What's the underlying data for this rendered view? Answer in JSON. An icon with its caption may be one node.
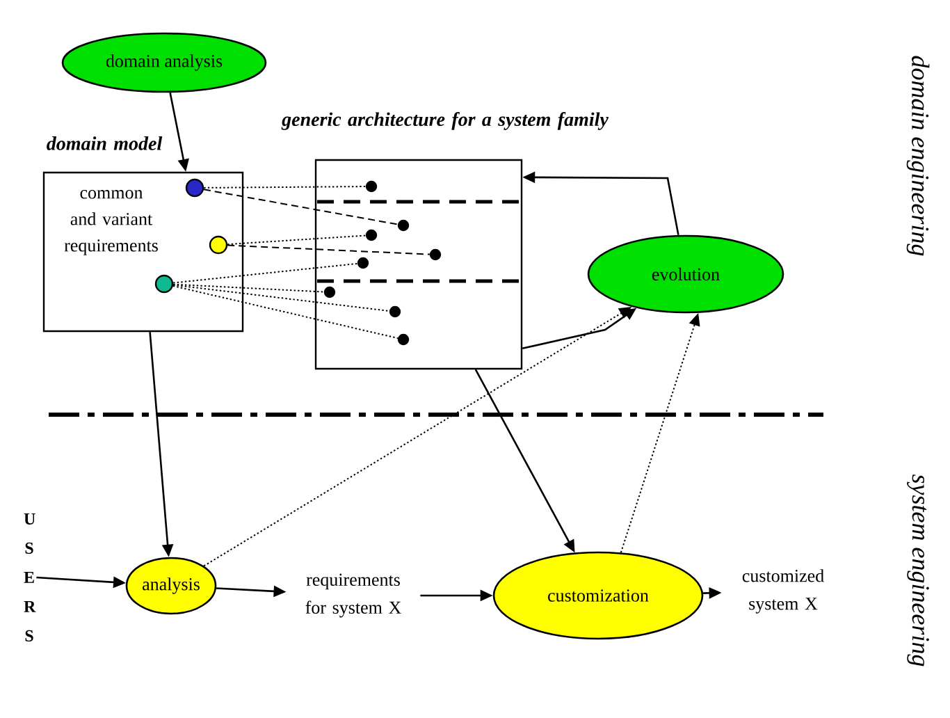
{
  "diagram": {
    "nodes": [
      {
        "text": [
          "domain analysis"
        ]
      },
      {
        "text": [
          "domain model",
          "common and variant requirements"
        ]
      },
      {
        "text": [],
        "shape": "circle",
        "in": 1
      },
      {
        "text": [],
        "shape": "circle",
        "in": 1
      },
      {
        "text": [],
        "shape": "circle",
        "in": 1
      },
      {
        "text": [
          "generic architecture for a system family"
        ]
      },
      {
        "text": [],
        "shape": "circle",
        "in": 5
      },
      {
        "text": [],
        "shape": "circle",
        "in": 5
      },
      {
        "text": [],
        "shape": "circle",
        "in": 5
      },
      {
        "text": [],
        "shape": "circle",
        "in": 5
      },
      {
        "text": [],
        "shape": "circle",
        "in": 5
      },
      {
        "text": [],
        "shape": "circle",
        "in": 5
      },
      {
        "text": [],
        "shape": "circle",
        "in": 5
      },
      {
        "text": [],
        "shape": "circle",
        "in": 5
      },
      {
        "text": [
          "evolution"
        ]
      },
      {
        "text": [
          "U S E R S"
        ]
      },
      {
        "text": [
          "analysis"
        ]
      },
      {
        "text": [
          "requirements for system X"
        ]
      },
      {
        "text": [
          "customization"
        ]
      },
      {
        "text": [
          "customized system X"
        ]
      }
    ],
    "edges": [
      {
        "from": 0,
        "to": 1,
        "arrow": "to"
      },
      {
        "from": 2,
        "to": 6,
        "arrow": "none",
        "style": "dashed"
      },
      {
        "from": 2,
        "to": 7,
        "arrow": "none",
        "style": "dashed"
      },
      {
        "from": 3,
        "to": 8,
        "arrow": "none",
        "style": "dashed"
      },
      {
        "from": 3,
        "to": 9,
        "arrow": "none",
        "style": "dashed"
      },
      {
        "from": 4,
        "to": 10,
        "arrow": "none",
        "style": "dashed"
      },
      {
        "from": 4,
        "to": 11,
        "arrow": "none",
        "style": "dashed"
      },
      {
        "from": 4,
        "to": 12,
        "arrow": "none",
        "style": "dashed"
      },
      {
        "from": 4,
        "to": 13,
        "arrow": "none",
        "style": "dashed"
      },
      {
        "from": 14,
        "to": 5,
        "arrow": "to"
      },
      {
        "from": 5,
        "to": 14,
        "arrow": "to"
      },
      {
        "from": 1,
        "to": 16,
        "arrow": "to"
      },
      {
        "from": 5,
        "to": 18,
        "arrow": "to"
      },
      {
        "from": 16,
        "to": 14,
        "arrow": "to",
        "style": "dashed"
      },
      {
        "from": 18,
        "to": 14,
        "arrow": "to",
        "style": "dashed"
      },
      {
        "from": 15,
        "to": 16,
        "arrow": "to"
      },
      {
        "from": 16,
        "to": 17,
        "arrow": "to"
      },
      {
        "from": 17,
        "to": 18,
        "arrow": "to"
      },
      {
        "from": 18,
        "to": 19,
        "arrow": "to"
      }
    ],
    "labels": [
      "domain engineering",
      "system engineering"
    ]
  }
}
